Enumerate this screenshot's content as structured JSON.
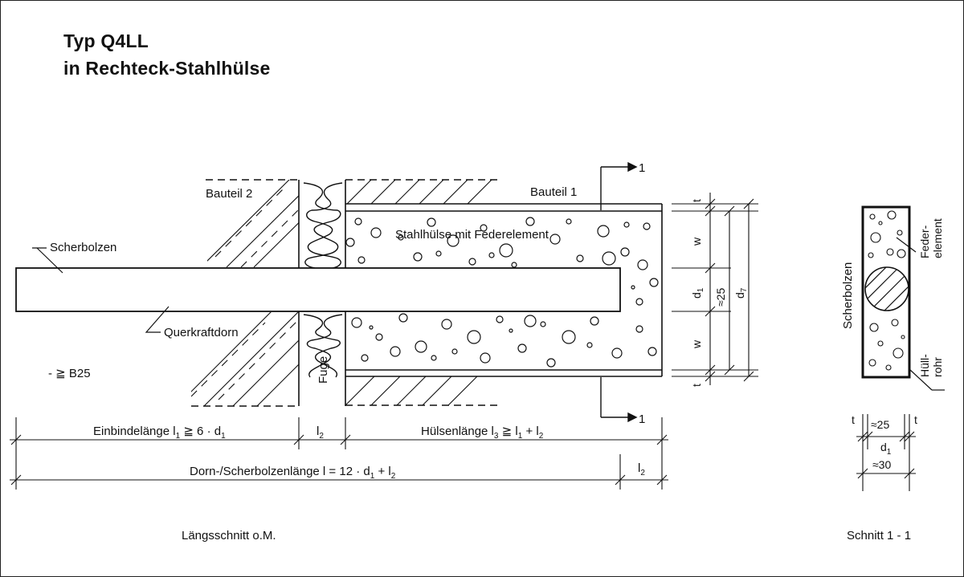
{
  "title": {
    "line1": "Typ Q4LL",
    "line2": "in Rechteck-Stahlhülse"
  },
  "labels": {
    "bauteil2": "Bauteil 2",
    "bauteil1": "Bauteil 1",
    "scherbolzen": "Scherbolzen",
    "stahlhuelse": "Stahlhülse mit Federelement",
    "querkraftdorn": "Querkraftdorn",
    "concrete_class": "- ≧ B25",
    "fuge": "Fuge",
    "section_marker": "1",
    "section_scherbolzen": "Scherbolzen",
    "federelement_1": "Feder-",
    "federelement_2": "element",
    "huellrohr_1": "Hüll-",
    "huellrohr_2": "rohr",
    "caption_left": "Längsschnitt o.M.",
    "caption_right": "Schnitt 1 - 1"
  },
  "dimensions": {
    "t": "t",
    "w": "w",
    "d": "d",
    "sub1": "1",
    "sub2": "2",
    "sub3": "3",
    "sub7": "7",
    "approx25": "≈25",
    "approx30": "≈30",
    "l": "l",
    "einbinde_pre": "Einbindelänge l",
    "einbinde_mid": " ≧ 6 · d",
    "huelsen_pre": "Hülsenlänge l",
    "huelsen_mid": " ≧ l",
    "huelsen_mid2": " + l",
    "dorn_pre": "Dorn-/Scherbolzenlänge l = 12 · d",
    "dorn_mid": " + l"
  }
}
